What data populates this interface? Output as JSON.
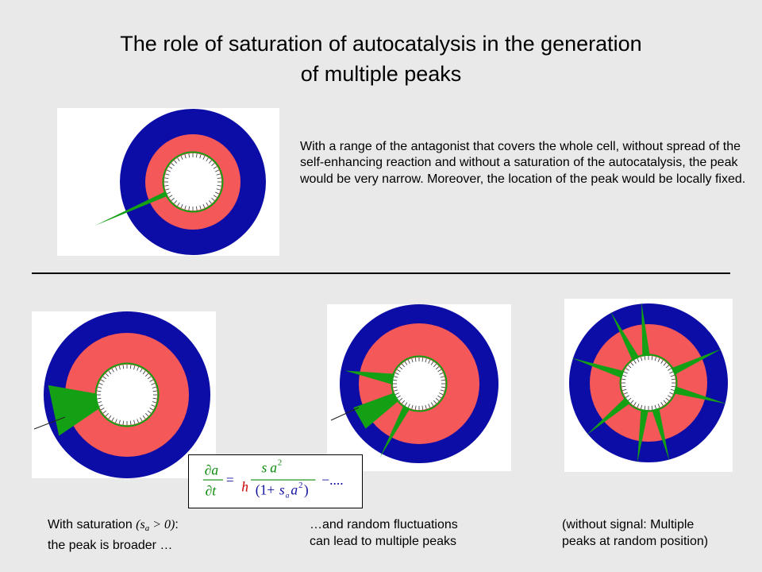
{
  "title": {
    "line1": "The role of saturation of autocatalysis in the generation",
    "line2": "of multiple peaks"
  },
  "top_description": "With a range of the antagonist that covers the whole cell, without spread of the self-enhancing reaction and without a saturation of the autocatalysis, the peak would be very narrow. Moreover, the location of the peak would be locally fixed.",
  "captions": {
    "saturation": {
      "prefix": "With saturation ",
      "math_open": "(s",
      "math_sub": "a",
      "math_close": " > 0)",
      "suffix": ":",
      "line2": "the peak is broader …"
    },
    "fluctuations": {
      "line1": "…and  random fluctuations",
      "line2": "can lead to multiple peaks"
    },
    "no_signal": {
      "line1": "(without signal: Multiple",
      "line2": "peaks at random position)"
    }
  },
  "formula": {
    "lhs_num": "∂a",
    "lhs_den": "∂t",
    "equals": "=",
    "num_s": "s",
    "num_a": "a",
    "num_exp": "2",
    "den_h": "h",
    "den_paren_open": "(1+",
    "den_s": "s",
    "den_sub": "a",
    "den_a": "a",
    "den_exp": "2",
    "den_paren_close": ")",
    "tail": "−...."
  },
  "colors": {
    "background": "#e9e9e9",
    "outer_ring": "#0c0ca6",
    "inner_ring": "#f45858",
    "peak": "#14a014",
    "formula_green": "#0a8a0a",
    "formula_red": "#cc0000",
    "formula_blue": "#1010a0"
  }
}
